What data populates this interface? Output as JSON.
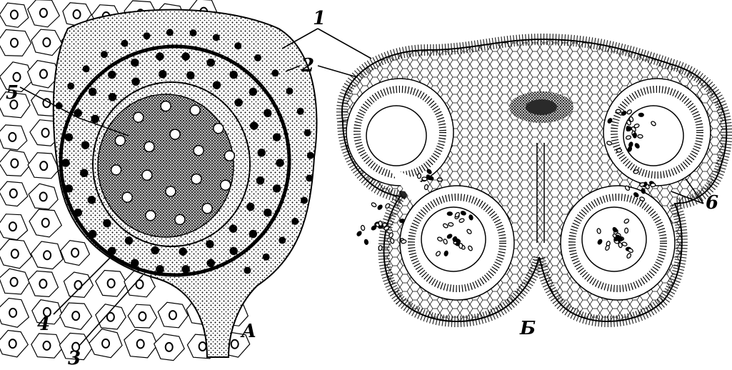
{
  "figure": {
    "panels": [
      {
        "id": "A",
        "label": "А"
      },
      {
        "id": "B",
        "label": "Б"
      }
    ],
    "callouts": [
      {
        "number": "1"
      },
      {
        "number": "2"
      },
      {
        "number": "3"
      },
      {
        "number": "4"
      },
      {
        "number": "5"
      },
      {
        "number": "6"
      }
    ],
    "colors": {
      "ink": "#000000",
      "background": "#ffffff"
    }
  }
}
